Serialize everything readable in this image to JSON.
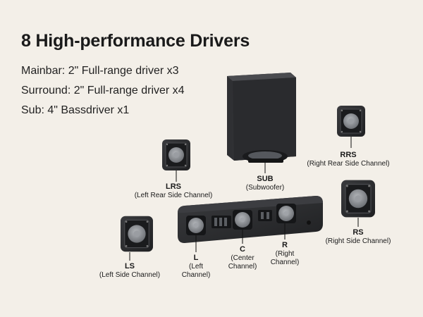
{
  "heading": "8 High-performance Drivers",
  "specs": {
    "mainbar": "Mainbar: 2\" Full-range driver x3",
    "surround": "Surround: 2\" Full-range driver x4",
    "sub": "Sub: 4\" Bassdriver x1"
  },
  "channels": {
    "sub": {
      "code": "SUB",
      "desc": "(Subwoofer)"
    },
    "rrs": {
      "code": "RRS",
      "desc": "(Right Rear Side Channel)"
    },
    "lrs": {
      "code": "LRS",
      "desc": "(Left Rear Side Channel)"
    },
    "rs": {
      "code": "RS",
      "desc": "(Right Side Channel)"
    },
    "ls": {
      "code": "LS",
      "desc": "(Left Side Channel)"
    },
    "l": {
      "code": "L",
      "desc1": "(Left",
      "desc2": "Channel)"
    },
    "c": {
      "code": "C",
      "desc1": "(Center",
      "desc2": "Channel)"
    },
    "r": {
      "code": "R",
      "desc1": "(Right",
      "desc2": "Channel)"
    }
  },
  "colors": {
    "background": "#f3efe8",
    "speaker_body": "#2b2c2e",
    "driver_cone": "#8a8d92"
  }
}
